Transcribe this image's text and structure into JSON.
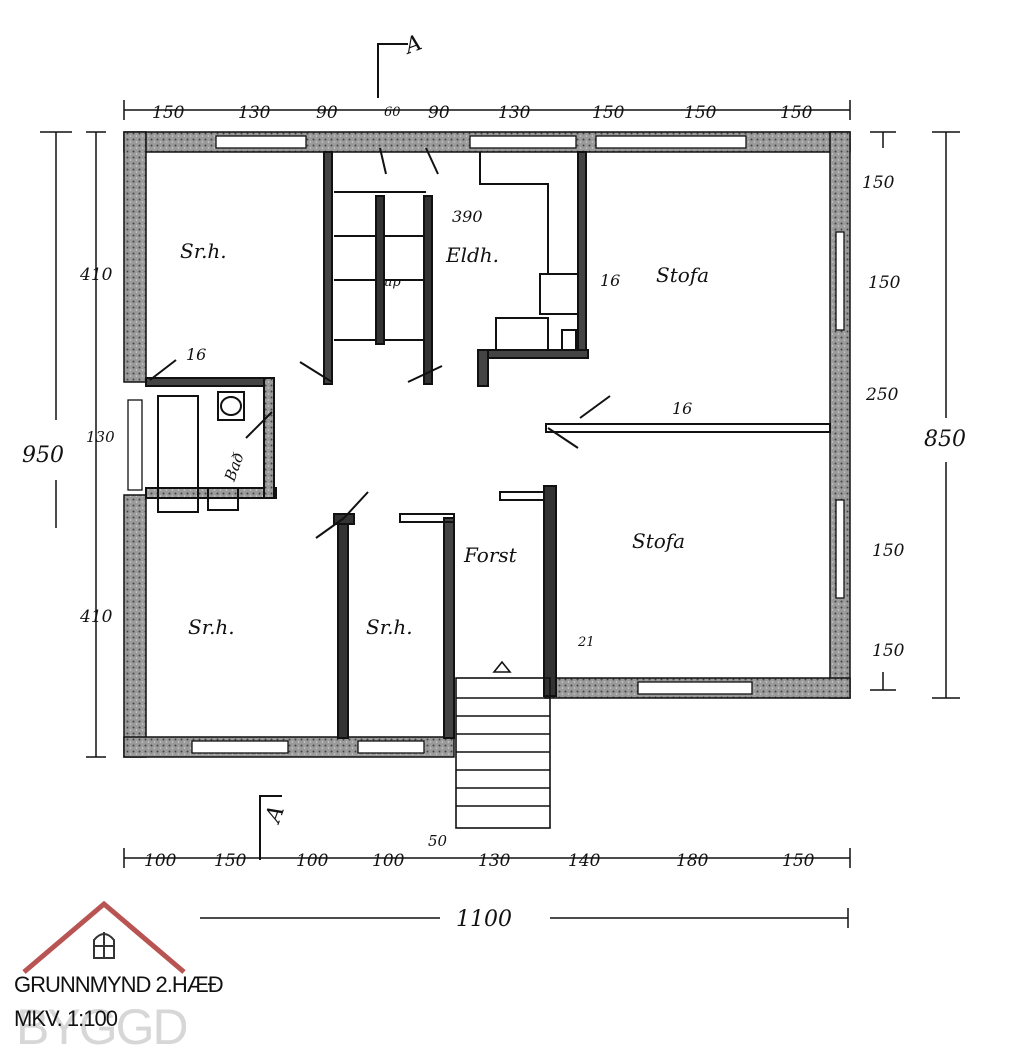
{
  "title": "GRUNNMYND 2.HÆÐ",
  "scale": "MKV. 1:100",
  "brand": "BYGGD",
  "section_marker": "A",
  "rooms": [
    "Sr.h.",
    "Eldh.",
    "Stofa",
    "Bað",
    "Stofa",
    "Sr.h.",
    "Sr.h.",
    "Forst"
  ],
  "stair_label": "up",
  "notes": [
    "390",
    "16",
    "16",
    "16",
    "21",
    "50"
  ],
  "dims_top": [
    "150",
    "130",
    "90",
    "60",
    "90",
    "130",
    "150",
    "150",
    "150"
  ],
  "dims_bottom": [
    "100",
    "150",
    "100",
    "100",
    "130",
    "140",
    "180",
    "150"
  ],
  "total_width": "1100",
  "dims_left": [
    "410",
    "130",
    "410"
  ],
  "total_left": "950",
  "dims_right": [
    "150",
    "150",
    "250",
    "150",
    "150"
  ],
  "total_right": "850",
  "colors": {
    "ink": "#111111",
    "wall": "#8a8a8a",
    "logo": "#b85452"
  }
}
